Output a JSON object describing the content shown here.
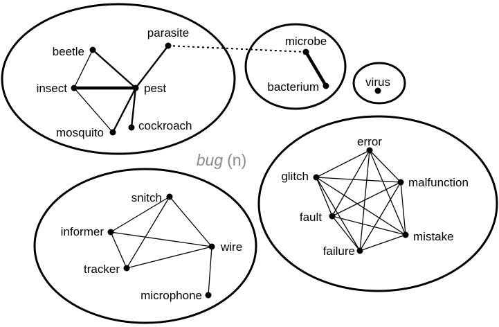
{
  "center_label": {
    "word": "bug",
    "pos": "(n)"
  },
  "colors": {
    "stroke": "#000000",
    "center_label": "#8a8a8a",
    "background": "#ffffff"
  },
  "clusters": [
    {
      "id": "insect-cluster",
      "nodes": [
        {
          "id": "beetle",
          "label": "beetle"
        },
        {
          "id": "parasite",
          "label": "parasite"
        },
        {
          "id": "insect",
          "label": "insect"
        },
        {
          "id": "pest",
          "label": "pest"
        },
        {
          "id": "mosquito",
          "label": "mosquito"
        },
        {
          "id": "cockroach",
          "label": "cockroach"
        }
      ]
    },
    {
      "id": "microbe-cluster",
      "nodes": [
        {
          "id": "microbe",
          "label": "microbe"
        },
        {
          "id": "bacterium",
          "label": "bacterium"
        }
      ]
    },
    {
      "id": "virus-cluster",
      "nodes": [
        {
          "id": "virus",
          "label": "virus"
        }
      ]
    },
    {
      "id": "error-cluster",
      "nodes": [
        {
          "id": "error",
          "label": "error"
        },
        {
          "id": "glitch",
          "label": "glitch"
        },
        {
          "id": "malfunction",
          "label": "malfunction"
        },
        {
          "id": "fault",
          "label": "fault"
        },
        {
          "id": "mistake",
          "label": "mistake"
        },
        {
          "id": "failure",
          "label": "failure"
        }
      ]
    },
    {
      "id": "informer-cluster",
      "nodes": [
        {
          "id": "snitch",
          "label": "snitch"
        },
        {
          "id": "informer",
          "label": "informer"
        },
        {
          "id": "wire",
          "label": "wire"
        },
        {
          "id": "tracker",
          "label": "tracker"
        },
        {
          "id": "microphone",
          "label": "microphone"
        }
      ]
    }
  ],
  "edges": [
    {
      "from": "beetle",
      "to": "insect",
      "weight": "thin"
    },
    {
      "from": "beetle",
      "to": "pest",
      "weight": "medium"
    },
    {
      "from": "insect",
      "to": "pest",
      "weight": "thick"
    },
    {
      "from": "insect",
      "to": "mosquito",
      "weight": "thin"
    },
    {
      "from": "pest",
      "to": "mosquito",
      "weight": "medium"
    },
    {
      "from": "pest",
      "to": "parasite",
      "weight": "medium"
    },
    {
      "from": "pest",
      "to": "cockroach",
      "weight": "medium"
    },
    {
      "from": "parasite",
      "to": "microbe",
      "weight": "dotted"
    },
    {
      "from": "microbe",
      "to": "bacterium",
      "weight": "thick"
    },
    {
      "from": "error",
      "to": "glitch",
      "weight": "thin"
    },
    {
      "from": "error",
      "to": "malfunction",
      "weight": "thin"
    },
    {
      "from": "error",
      "to": "fault",
      "weight": "thin"
    },
    {
      "from": "error",
      "to": "mistake",
      "weight": "thin"
    },
    {
      "from": "error",
      "to": "failure",
      "weight": "thin"
    },
    {
      "from": "glitch",
      "to": "malfunction",
      "weight": "thin"
    },
    {
      "from": "glitch",
      "to": "fault",
      "weight": "thin"
    },
    {
      "from": "glitch",
      "to": "mistake",
      "weight": "thin"
    },
    {
      "from": "glitch",
      "to": "failure",
      "weight": "thin"
    },
    {
      "from": "malfunction",
      "to": "fault",
      "weight": "thin"
    },
    {
      "from": "malfunction",
      "to": "mistake",
      "weight": "thin"
    },
    {
      "from": "malfunction",
      "to": "failure",
      "weight": "thin"
    },
    {
      "from": "fault",
      "to": "mistake",
      "weight": "thin"
    },
    {
      "from": "fault",
      "to": "failure",
      "weight": "thin"
    },
    {
      "from": "mistake",
      "to": "failure",
      "weight": "thin"
    },
    {
      "from": "snitch",
      "to": "informer",
      "weight": "thin"
    },
    {
      "from": "snitch",
      "to": "wire",
      "weight": "thin"
    },
    {
      "from": "snitch",
      "to": "tracker",
      "weight": "thin"
    },
    {
      "from": "informer",
      "to": "tracker",
      "weight": "thin"
    },
    {
      "from": "informer",
      "to": "wire",
      "weight": "thin"
    },
    {
      "from": "tracker",
      "to": "wire",
      "weight": "thin"
    },
    {
      "from": "wire",
      "to": "microphone",
      "weight": "thin"
    }
  ]
}
